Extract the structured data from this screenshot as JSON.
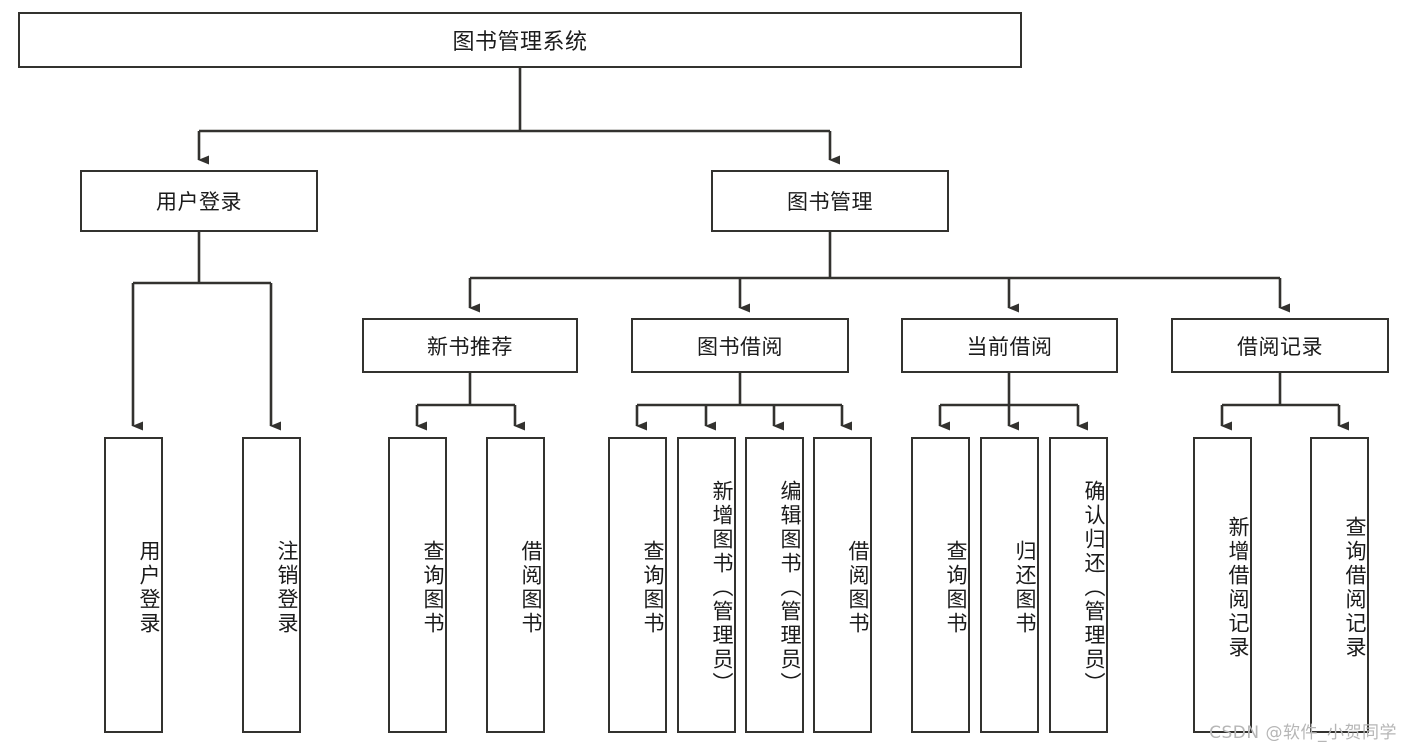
{
  "diagram": {
    "title": "图书管理系统",
    "type": "tree-hierarchy-diagram",
    "colors": {
      "box_border": "#33322f",
      "box_fill": "#ffffff",
      "connector": "#33322f",
      "text": "#1b1b1b",
      "watermark": "#b6b6b6",
      "background": "#ffffff"
    },
    "root": {
      "label": "图书管理系统"
    },
    "level2": [
      {
        "label": "用户登录"
      },
      {
        "label": "图书管理"
      }
    ],
    "level3": [
      {
        "label": "新书推荐"
      },
      {
        "label": "图书借阅"
      },
      {
        "label": "当前借阅"
      },
      {
        "label": "借阅记录"
      }
    ],
    "leaves": {
      "user_login": [
        {
          "label": "用户登录"
        },
        {
          "label": "注销登录"
        }
      ],
      "new_book_recommend": [
        {
          "label": "查询图书"
        },
        {
          "label": "借阅图书"
        }
      ],
      "book_borrow": [
        {
          "label": "查询图书"
        },
        {
          "label": "新增图书（管理员）"
        },
        {
          "label": "编辑图书（管理员）"
        },
        {
          "label": "借阅图书"
        }
      ],
      "current_borrow": [
        {
          "label": "查询图书"
        },
        {
          "label": "归还图书"
        },
        {
          "label": "确认归还（管理员）"
        }
      ],
      "borrow_record": [
        {
          "label": "新增借阅记录"
        },
        {
          "label": "查询借阅记录"
        }
      ]
    }
  },
  "watermark": {
    "text": "CSDN @软件_小贺同学"
  }
}
